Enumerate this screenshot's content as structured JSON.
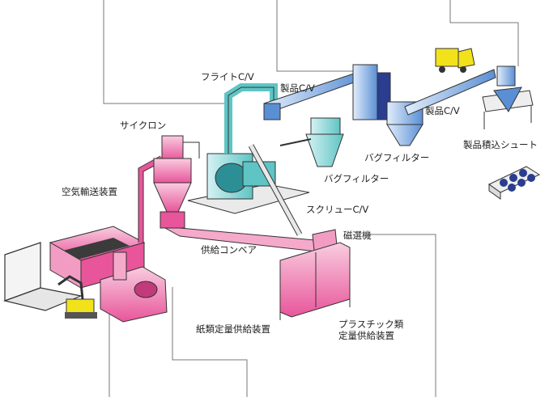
{
  "labels": {
    "flight_cv": "フライトC/V",
    "product_cv_1": "製品C/V",
    "product_cv_2": "製品C/V",
    "cyclone": "サイクロン",
    "bag_filter_right": "バグフィルター",
    "bag_filter_center": "バグフィルター",
    "product_chute": "製品積込シュート",
    "pneumatic_conveyor": "空気輸送装置",
    "screw_cv": "スクリューC/V",
    "magnetic_separator": "磁選機",
    "supply_conveyor": "供給コンベア",
    "paper_feeder": "紙類定量供給装置",
    "plastic_feeder": "プラスチック類\n定量供給装置"
  },
  "colors": {
    "pink": "#e8559a",
    "pink_light": "#f6b3cf",
    "cyan": "#5fc4c4",
    "cyan_light": "#a9e2e4",
    "blue": "#5a8fd4",
    "blue_light": "#b9d3f2",
    "yellow": "#f2e21c",
    "navy": "#2a3d8f",
    "line": "#777777"
  },
  "icons": [
    "forklift-icon",
    "excavator-icon",
    "monitor-icon",
    "product-bags-icon"
  ]
}
